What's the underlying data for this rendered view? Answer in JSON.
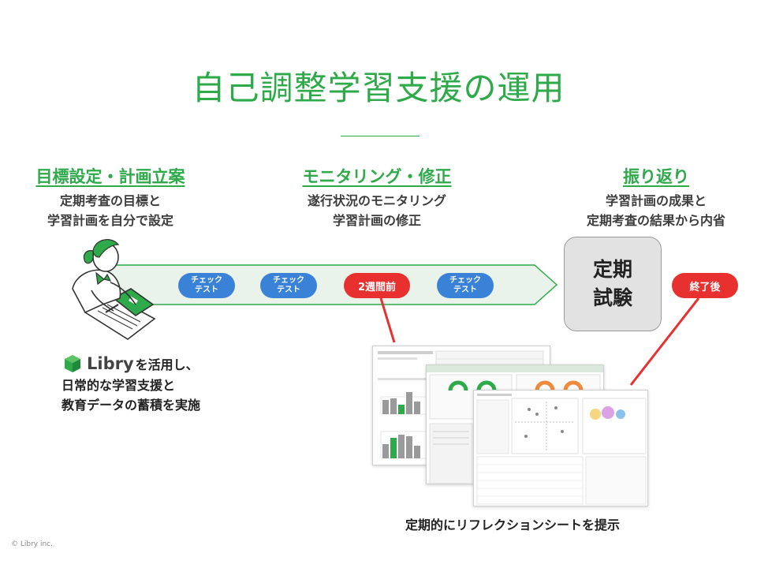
{
  "title": "自己調整学習支援の運用",
  "phases": [
    {
      "head": "目標設定・計画立案",
      "lines": [
        "定期考査の目標と",
        "学習計画を自分で設定"
      ]
    },
    {
      "head": "モニタリング・修正",
      "lines": [
        "遂行状況のモニタリング",
        "学習計画の修正"
      ]
    },
    {
      "head": "振り返り",
      "lines": [
        "学習計画の成果と",
        "定期考査の結果から内省"
      ]
    }
  ],
  "timeline": {
    "check_test": [
      "チェック",
      "テスト"
    ],
    "two_weeks_before": "2週間前",
    "exam": [
      "定期",
      "試験"
    ],
    "after_end": "終了後"
  },
  "libry": {
    "logo": "Libry",
    "suffix": "を活用し、",
    "lines": [
      "日常的な学習支援と",
      "教育データの蓄積を実施"
    ]
  },
  "caption": "定期的にリフレクションシートを提示",
  "copyright": "© Libry inc.",
  "colors": {
    "green": "#2eaa4a",
    "blue": "#3a82d8",
    "red": "#e8302f",
    "arrow_fill": "#e9f3ea"
  }
}
